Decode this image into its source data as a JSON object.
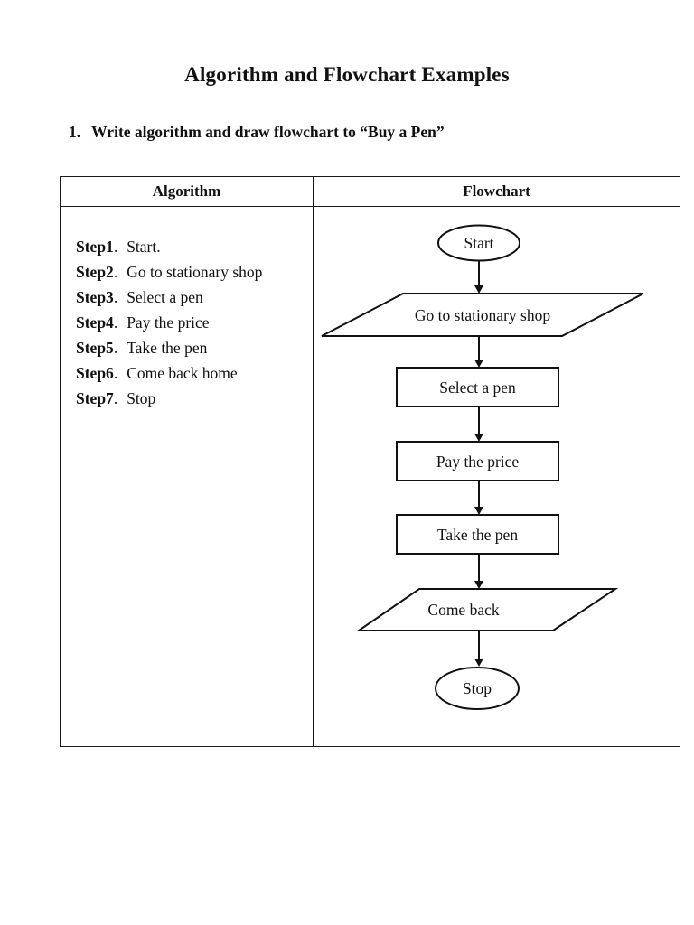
{
  "document": {
    "title": "Algorithm and Flowchart Examples",
    "heading": {
      "number": "1.",
      "text": "Write algorithm and draw flowchart to “Buy a Pen”"
    }
  },
  "table": {
    "columns": [
      {
        "header": "Algorithm"
      },
      {
        "header": "Flowchart"
      }
    ]
  },
  "algorithm": {
    "separator": ".",
    "steps": [
      {
        "label": "Step1",
        "text": "Start."
      },
      {
        "label": "Step2",
        "text": "Go to stationary shop"
      },
      {
        "label": "Step3",
        "text": "Select a pen"
      },
      {
        "label": "Step4",
        "text": "Pay the price"
      },
      {
        "label": "Step5",
        "text": "Take the pen"
      },
      {
        "label": "Step6",
        "text": "Come back home"
      },
      {
        "label": "Step7",
        "text": "Stop"
      }
    ]
  },
  "flowchart": {
    "ink_color": "#111111",
    "fill_color": "#ffffff",
    "nodes": [
      {
        "id": "start",
        "type": "terminator",
        "label": "Start"
      },
      {
        "id": "go-to-shop",
        "type": "input-output",
        "label": "Go to stationary shop"
      },
      {
        "id": "select-pen",
        "type": "process",
        "label": "Select a pen"
      },
      {
        "id": "pay-price",
        "type": "process",
        "label": "Pay the price"
      },
      {
        "id": "take-pen",
        "type": "process",
        "label": "Take the pen"
      },
      {
        "id": "come-back",
        "type": "input-output",
        "label": "Come back"
      },
      {
        "id": "stop",
        "type": "terminator",
        "label": "Stop"
      }
    ],
    "edges": [
      "start->go-to-shop",
      "go-to-shop->select-pen",
      "select-pen->pay-price",
      "pay-price->take-pen",
      "take-pen->come-back",
      "come-back->stop"
    ]
  }
}
